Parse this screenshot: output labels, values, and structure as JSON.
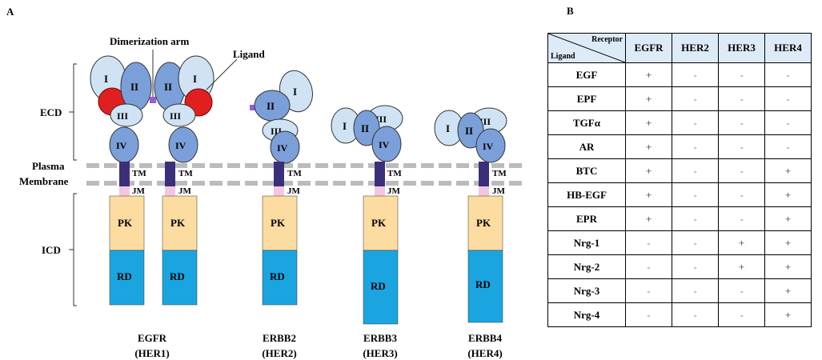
{
  "panel_a": {
    "label": "A",
    "annotations": {
      "dimerization_arm": "Dimerization arm",
      "ligand": "Ligand",
      "ecd": "ECD",
      "plasma": "Plasma",
      "membrane": "Membrane",
      "icd": "ICD"
    },
    "domains": {
      "I": "I",
      "II": "II",
      "III": "III",
      "IV": "IV",
      "TM": "TM",
      "JM": "JM",
      "PK": "PK",
      "RD": "RD"
    },
    "receptors": [
      {
        "name": "EGFR",
        "alias": "(HER1)"
      },
      {
        "name": "ERBB2",
        "alias": "(HER2)"
      },
      {
        "name": "ERBB3",
        "alias": "(HER3)"
      },
      {
        "name": "ERBB4",
        "alias": "(HER4)"
      }
    ],
    "colors": {
      "light_domain": "#cfe3f5",
      "dark_domain": "#7b9fd9",
      "ligand": "#e02020",
      "tm": "#3b2f7a",
      "jm": "#f4c7df",
      "pk": "#fcdca0",
      "rd": "#1ba5e0",
      "arm": "#9b5bd6",
      "membrane": "#bbbbbb"
    }
  },
  "panel_b": {
    "label": "B",
    "corner_receptor": "Receptor",
    "corner_ligand": "Ligand",
    "columns": [
      "EGFR",
      "HER2",
      "HER3",
      "HER4"
    ],
    "rows": [
      {
        "ligand": "EGF",
        "values": [
          "+",
          "-",
          "-",
          "-"
        ]
      },
      {
        "ligand": "EPF",
        "values": [
          "+",
          "-",
          "-",
          "-"
        ]
      },
      {
        "ligand": "TGFα",
        "values": [
          "+",
          "-",
          "-",
          "-"
        ]
      },
      {
        "ligand": "AR",
        "values": [
          "+",
          "-",
          "-",
          "-"
        ]
      },
      {
        "ligand": "BTC",
        "values": [
          "+",
          "-",
          "-",
          "+"
        ]
      },
      {
        "ligand": "HB-EGF",
        "values": [
          "+",
          "-",
          "-",
          "+"
        ]
      },
      {
        "ligand": "EPR",
        "values": [
          "+",
          "-",
          "-",
          "+"
        ]
      },
      {
        "ligand": "Nrg-1",
        "values": [
          "-",
          "-",
          "+",
          "+"
        ]
      },
      {
        "ligand": "Nrg-2",
        "values": [
          "-",
          "-",
          "+",
          "+"
        ]
      },
      {
        "ligand": "Nrg-3",
        "values": [
          "-",
          "-",
          "-",
          "+"
        ]
      },
      {
        "ligand": "Nrg-4",
        "values": [
          "-",
          "-",
          "-",
          "+"
        ]
      }
    ]
  }
}
